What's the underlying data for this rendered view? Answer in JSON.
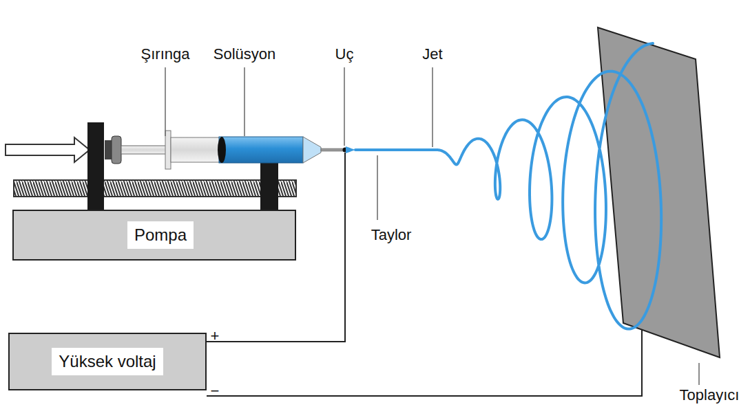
{
  "diagram": {
    "nodes": [
      {
        "text": [
          "Pompa"
        ]
      },
      {
        "text": [
          "Yüksek voltaj"
        ]
      }
    ],
    "labels": [
      "Şırınga",
      "Solüsyon",
      "Uç",
      "Jet",
      "Taylor",
      "Toplayıcı",
      "+",
      "−"
    ]
  }
}
